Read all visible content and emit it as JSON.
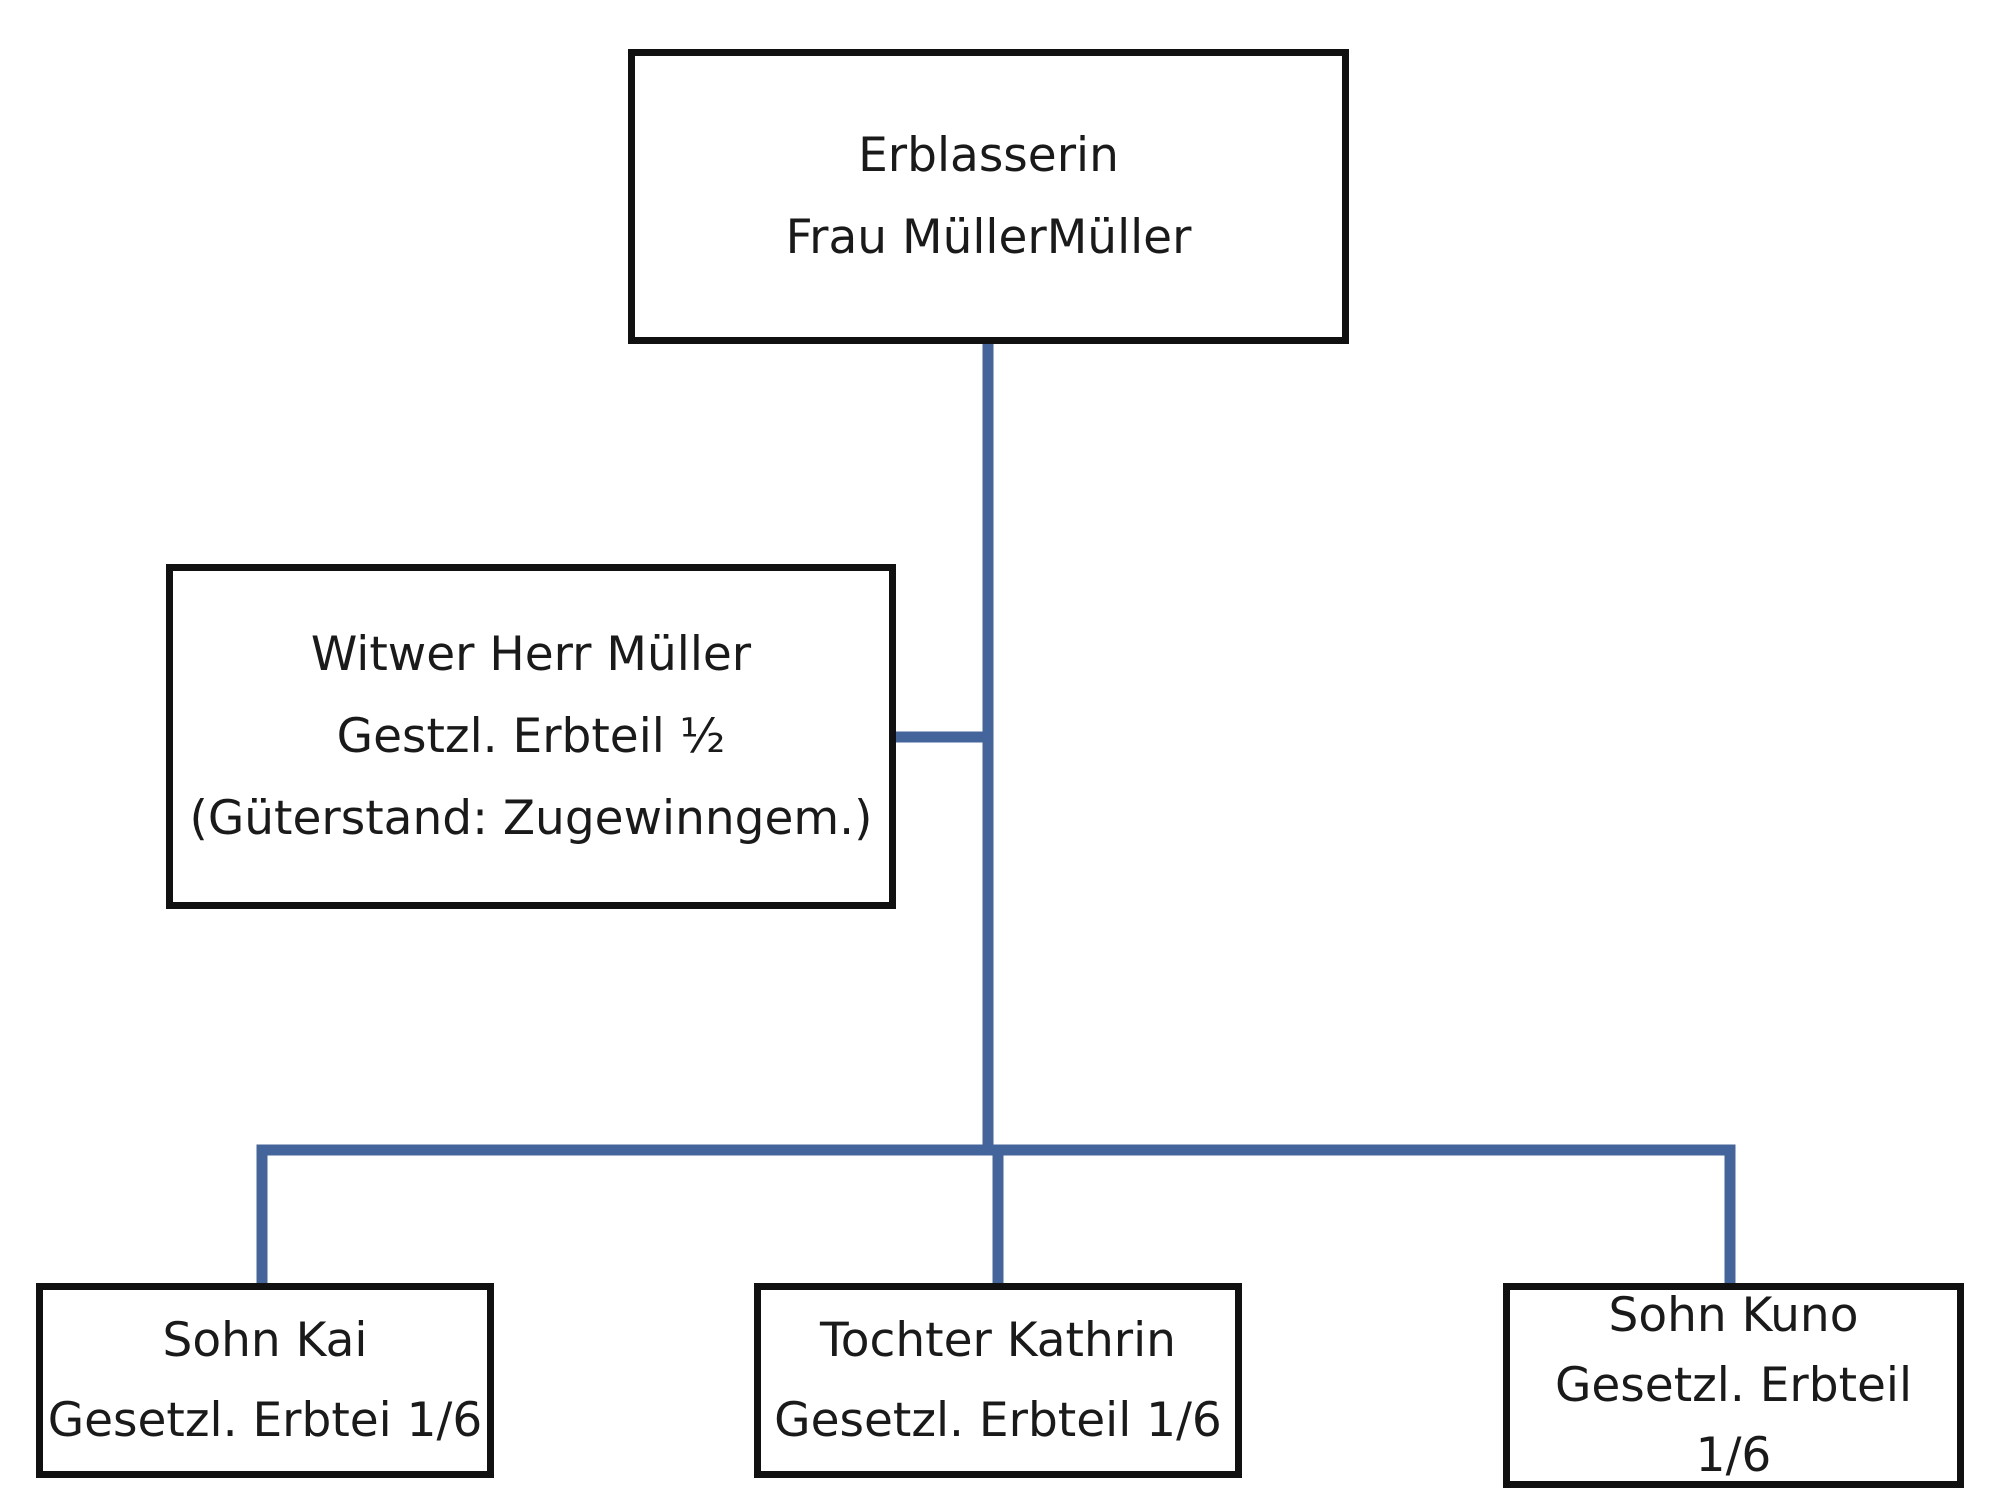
{
  "colors": {
    "connector": "#44659b",
    "box_border": "#111111",
    "text": "#1a1a1a",
    "background": "#ffffff"
  },
  "nodes": {
    "erblasserin": {
      "line1": "Erblasserin",
      "line2": "Frau MüllerMüller"
    },
    "witwer": {
      "line1": "Witwer Herr Müller",
      "line2": "Gestzl. Erbteil ½",
      "line3": "(Güterstand:  Zugewinngem.)"
    },
    "kai": {
      "line1": "Sohn Kai",
      "line2": "Gesetzl. Erbtei 1/6"
    },
    "kathrin": {
      "line1": "Tochter Kathrin",
      "line2": "Gesetzl. Erbteil 1/6"
    },
    "kuno": {
      "line1": "Sohn  Kuno",
      "line2": "Gesetzl. Erbteil",
      "line3": "1/6"
    }
  }
}
